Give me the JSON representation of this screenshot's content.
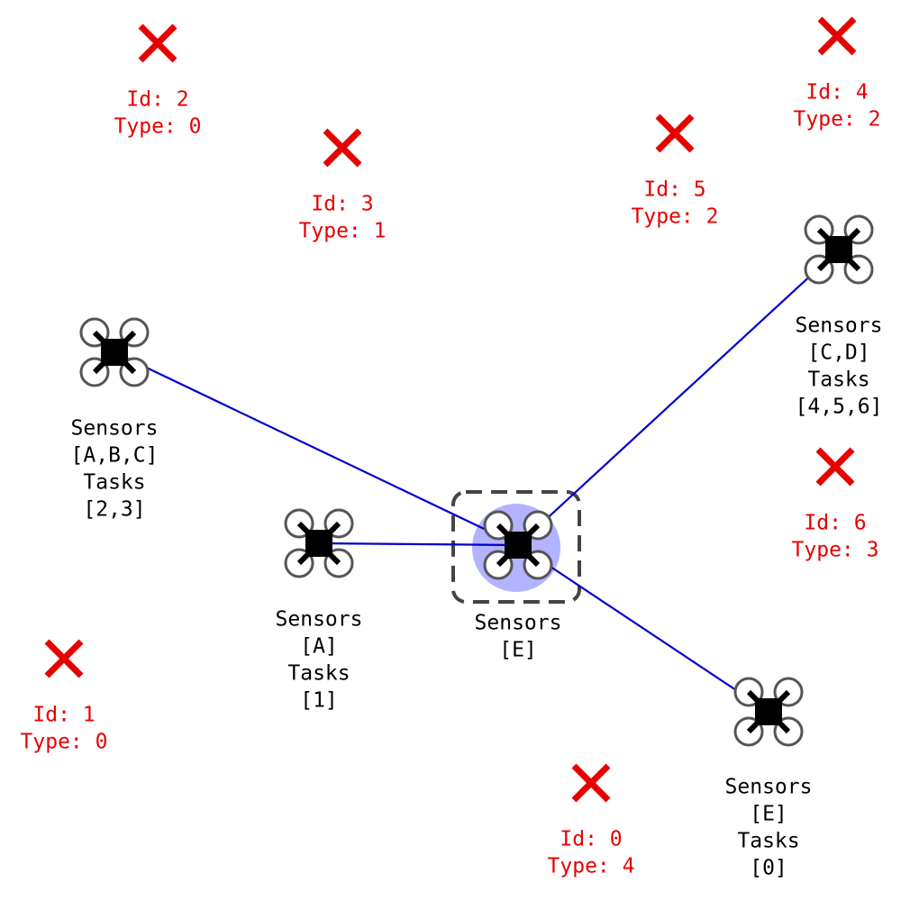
{
  "colors": {
    "task": "#e60000",
    "link": "#0000cc",
    "hub_halo": "#b3b3ff",
    "hub_box": "#444444",
    "drone": "#000000",
    "rotor": "#555555"
  },
  "tasks": [
    {
      "id_text": "Id: 2",
      "type_text": "Type: 0"
    },
    {
      "id_text": "Id: 3",
      "type_text": "Type: 1"
    },
    {
      "id_text": "Id: 5",
      "type_text": "Type: 2"
    },
    {
      "id_text": "Id: 4",
      "type_text": "Type: 2"
    },
    {
      "id_text": "Id: 6",
      "type_text": "Type: 3"
    },
    {
      "id_text": "Id: 1",
      "type_text": "Type: 0"
    },
    {
      "id_text": "Id: 0",
      "type_text": "Type: 4"
    }
  ],
  "drones": [
    {
      "lines": [
        "Sensors",
        "[A,B,C]",
        "Tasks",
        "[2,3]"
      ]
    },
    {
      "lines": [
        "Sensors",
        "[A]",
        "Tasks",
        "[1]"
      ]
    },
    {
      "lines": [
        "Sensors",
        "[E]"
      ]
    },
    {
      "lines": [
        "Sensors",
        "[C,D]",
        "Tasks",
        "[4,5,6]"
      ]
    },
    {
      "lines": [
        "Sensors",
        "[E]",
        "Tasks",
        "[0]"
      ]
    }
  ],
  "links": [
    {
      "from": 2,
      "to": 0
    },
    {
      "from": 2,
      "to": 1
    },
    {
      "from": 2,
      "to": 3
    },
    {
      "from": 2,
      "to": 4
    }
  ],
  "hub": 2
}
